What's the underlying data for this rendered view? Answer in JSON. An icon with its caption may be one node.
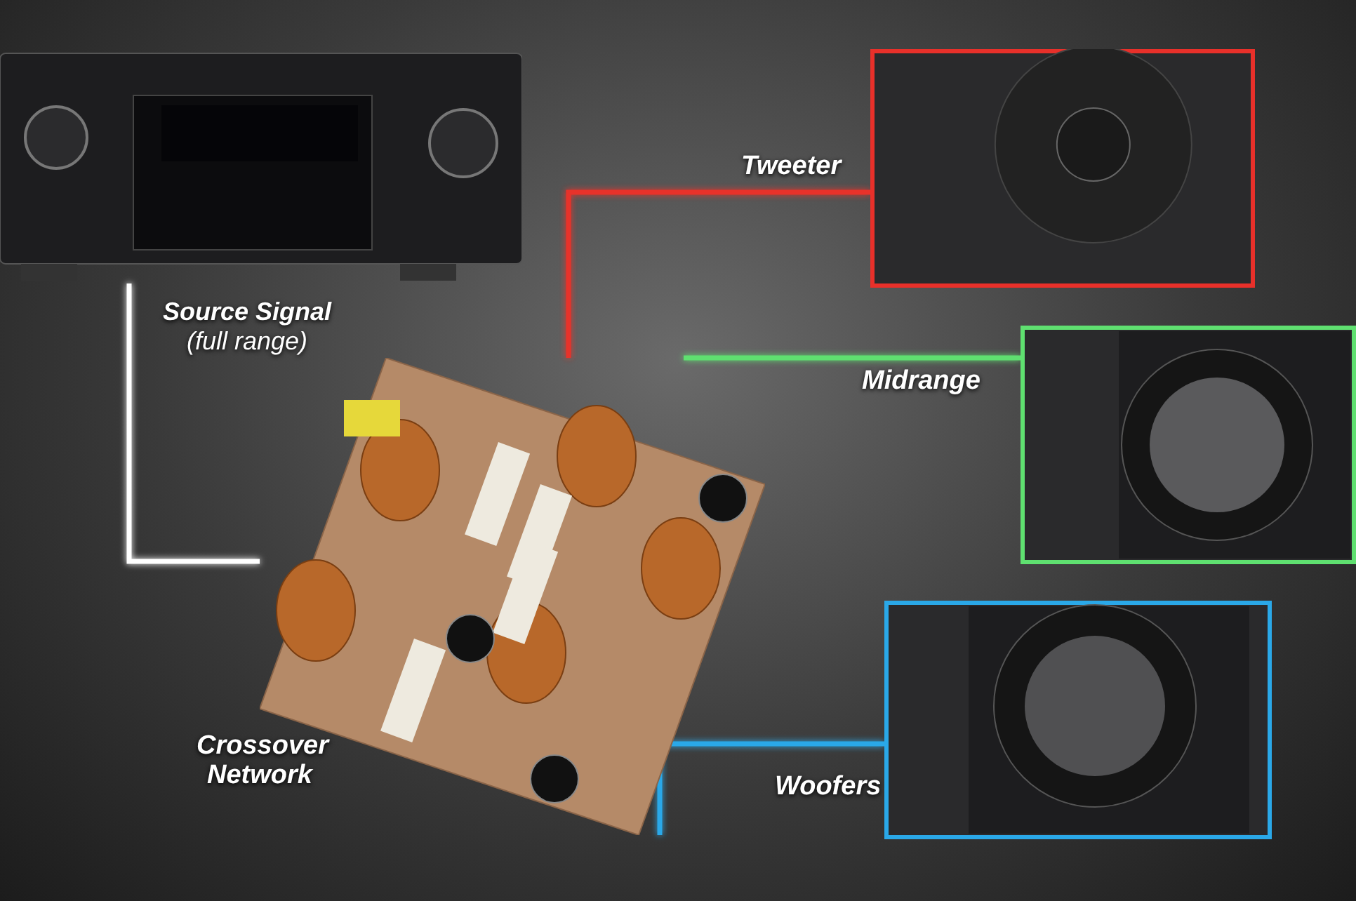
{
  "diagram": {
    "nodes": [
      {
        "text": [],
        "shape": "picture"
      },
      {
        "text": [],
        "shape": "picture",
        "beside": [
          "Crossover Network"
        ]
      },
      {
        "text": [],
        "shape": "picture",
        "beside": [
          "Tweeter"
        ]
      },
      {
        "text": [],
        "shape": "picture",
        "beside": [
          "Midrange"
        ]
      },
      {
        "text": [],
        "shape": "picture",
        "beside": [
          "Woofers"
        ]
      }
    ],
    "edges": [
      {
        "from": 0,
        "to": 1,
        "arrow": "none",
        "label": "**Source Signal** (full range)",
        "color": "#ffffff"
      },
      {
        "from": 1,
        "to": 2,
        "arrow": "none",
        "color": "#e8302a"
      },
      {
        "from": 1,
        "to": 3,
        "arrow": "none",
        "color": "#5fe070"
      },
      {
        "from": 1,
        "to": 4,
        "arrow": "none",
        "color": "#2aa8e8"
      }
    ]
  }
}
